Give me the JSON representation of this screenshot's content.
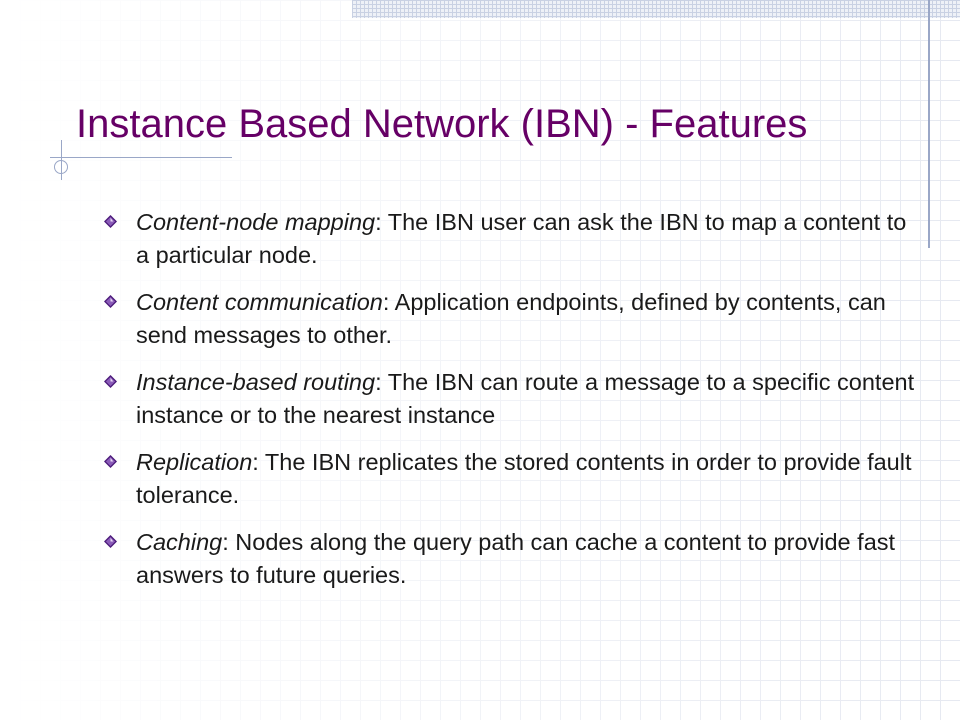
{
  "slide": {
    "title": "Instance Based Network (IBN) - Features",
    "bullets": [
      {
        "term": "Content-node mapping",
        "text": ": The IBN user can ask the IBN to map a content to a particular node."
      },
      {
        "term": "Content communication",
        "text": ": Application endpoints, defined by contents, can send messages to other."
      },
      {
        "term": " Instance-based routing",
        "text": ": The IBN can route a message to a specific content instance or to the nearest instance"
      },
      {
        "term": "Replication",
        "text": ": The IBN replicates the stored contents in order to provide fault tolerance."
      },
      {
        "term": " Caching",
        "text": ": Nodes along the query path can cache a content to provide fast answers to future queries."
      }
    ]
  },
  "icons": {
    "bullet": "diamond-bullet-icon"
  },
  "colors": {
    "title": "#660066",
    "bullet_fill": "#4b1a7a",
    "grid": "#e6e9f1",
    "rule": "#9aa7c7"
  }
}
